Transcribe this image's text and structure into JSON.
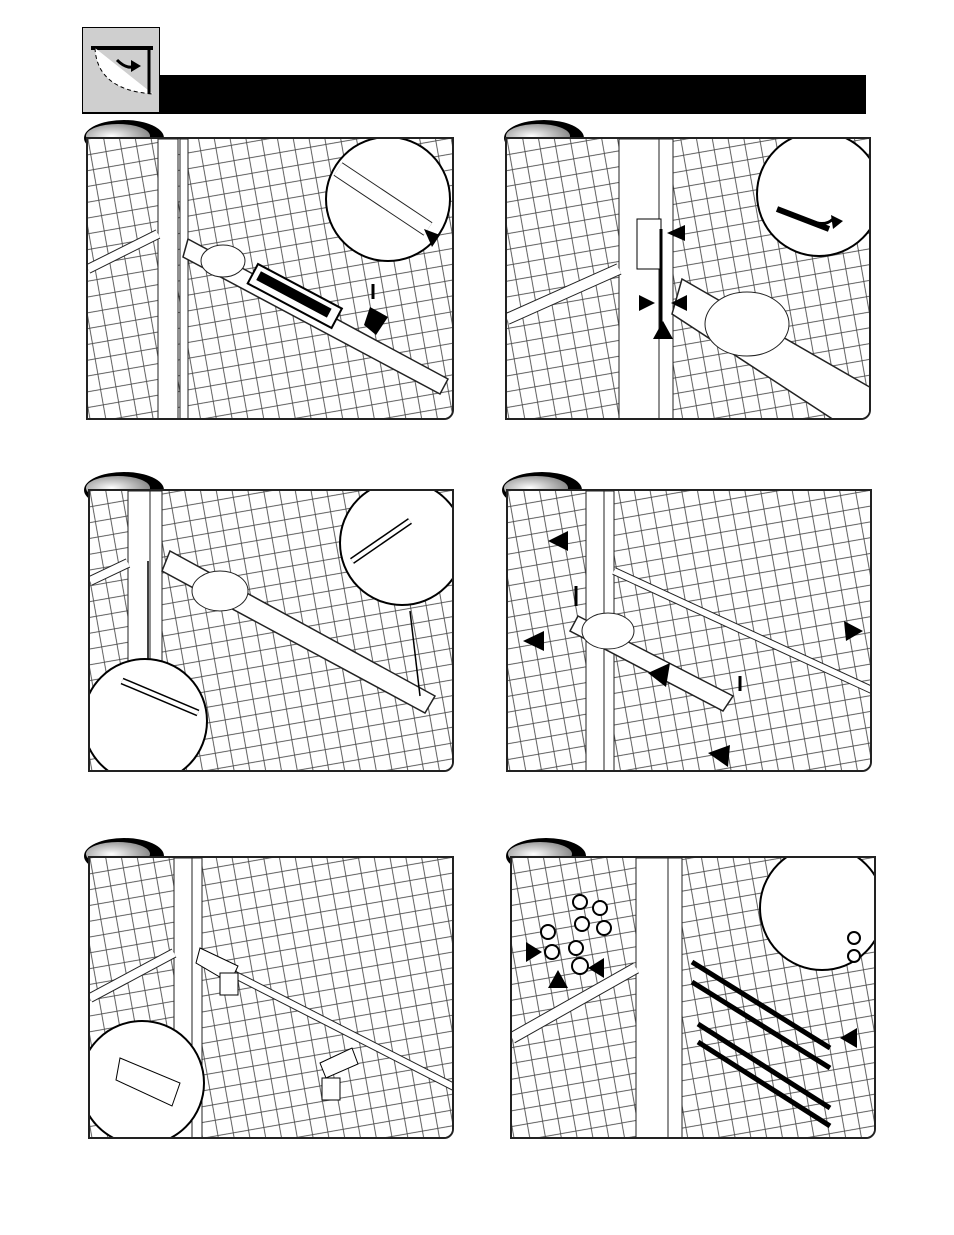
{
  "header": {
    "title_bar": "",
    "icon": "gate-swing-icon"
  },
  "steps": [
    {
      "id": 1,
      "icon": "level-check-icon",
      "detail_icon": "clevis-pin-detail-icon"
    },
    {
      "id": 2,
      "icon": "bracket-bolt-icon",
      "detail_icon": "wrench-detail-icon"
    },
    {
      "id": 3,
      "icon": "marker-pen-icon",
      "detail_icon": "mark-holes-detail-icon"
    },
    {
      "id": 4,
      "icon": "remove-opener-icon",
      "detail_icon": ""
    },
    {
      "id": 5,
      "icon": "drill-icon",
      "detail_icon": "drill-detail-icon"
    },
    {
      "id": 6,
      "icon": "carriage-bolts-icon",
      "detail_icon": "wrench-tighten-detail-icon"
    }
  ],
  "colors": {
    "ink": "#000000",
    "panel_border": "#222222",
    "gray": "#cfcfcf",
    "badge_gray": "#9a9a9a"
  }
}
